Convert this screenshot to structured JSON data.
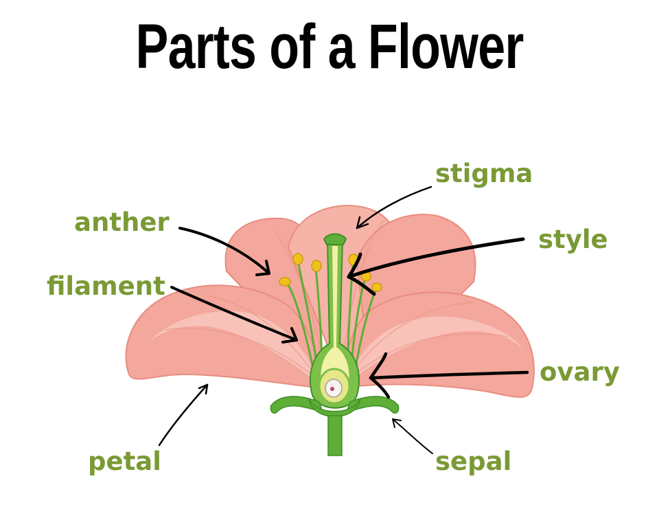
{
  "title": "Parts of a Flower",
  "labels": {
    "stigma": "stigma",
    "anther": "anther",
    "style": "style",
    "filament": "filament",
    "ovary": "ovary",
    "petal": "petal",
    "sepal": "sepal"
  },
  "colors": {
    "label": "#7a9a35",
    "petal": "#f4a79c",
    "petal_light": "#f9c9c0",
    "petal_edge": "#e98c80",
    "stem": "#5eae37",
    "stem_dark": "#3f8f2a",
    "anther": "#f1c21c",
    "ovary": "#f2f1a8",
    "arrow": "#000000"
  }
}
